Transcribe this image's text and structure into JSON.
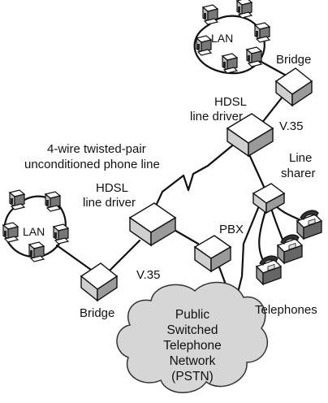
{
  "labels": {
    "lan_top": "LAN",
    "lan_left": "LAN",
    "bridge_top": "Bridge",
    "bridge_bottom": "Bridge",
    "hdsl_top_line1": "HDSL",
    "hdsl_top_line2": "line driver",
    "hdsl_left_line1": "HDSL",
    "hdsl_left_line2": "line driver",
    "v35_top": "V.35",
    "v35_bottom": "V.35",
    "twisted_pair_line1": "4-wire twisted-pair",
    "twisted_pair_line2": "unconditioned phone line",
    "line_sharer_line1": "Line",
    "line_sharer_line2": "sharer",
    "pbx": "PBX",
    "telephones": "Telephones",
    "pstn_line1": "Public",
    "pstn_line2": "Switched",
    "pstn_line3": "Telephone",
    "pstn_line4": "Network",
    "pstn_line5": "(PSTN)"
  }
}
